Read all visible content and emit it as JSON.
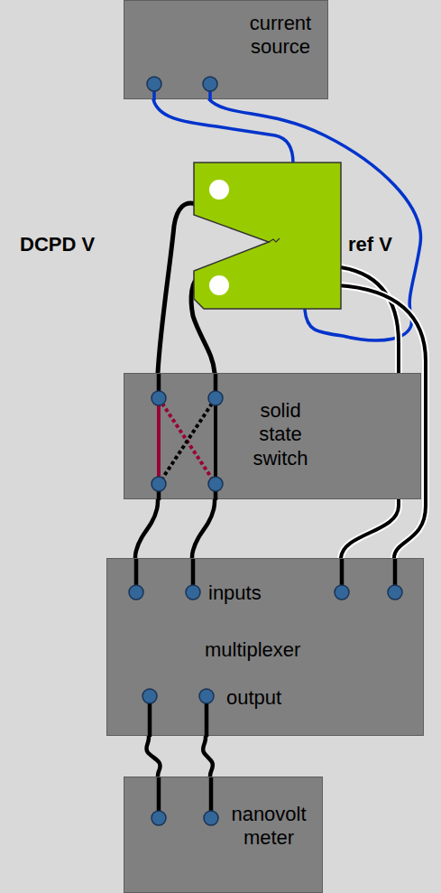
{
  "diagram": {
    "nodes": [
      {
        "text": [
          "current source"
        ]
      },
      {
        "text": [
          "solid state switch"
        ]
      },
      {
        "text": [
          "inputs",
          "multiplexer",
          "output"
        ]
      },
      {
        "text": [
          "nanovolt meter"
        ]
      }
    ],
    "edges": [
      {
        "from": 1,
        "to": 2,
        "arrow": "none"
      },
      {
        "from": 1,
        "to": 2,
        "arrow": "none"
      },
      {
        "from": 2,
        "to": 3,
        "arrow": "none"
      },
      {
        "from": 2,
        "to": 3,
        "arrow": "none"
      }
    ],
    "labels": [
      "DCPD V",
      "ref V"
    ]
  }
}
